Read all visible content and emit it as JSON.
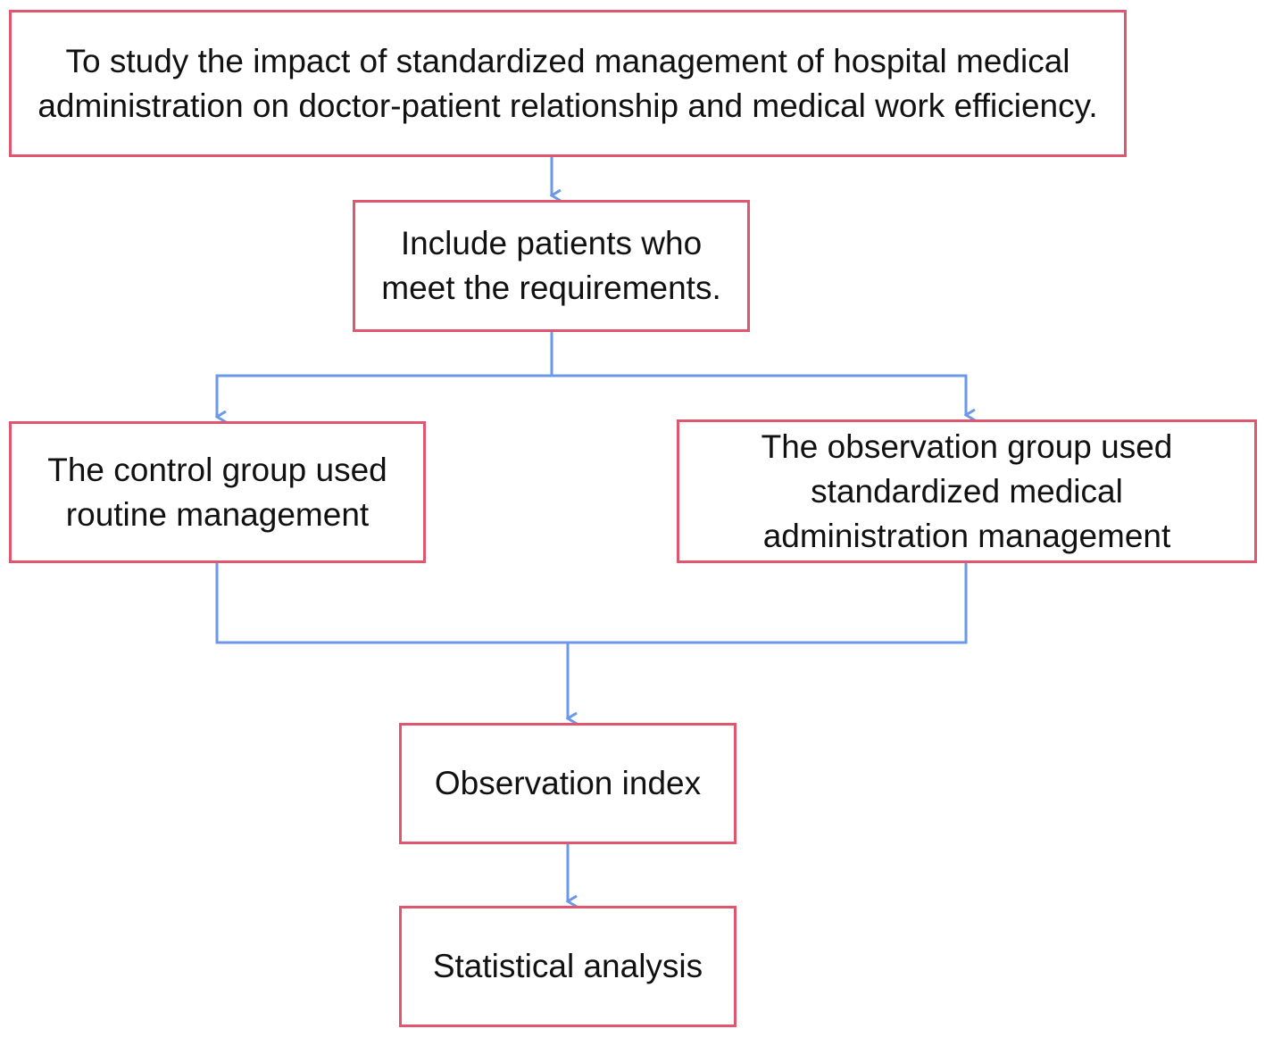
{
  "flowchart": {
    "aim_box": {
      "text": "To study the impact of standardized management of hospital medical administration on doctor-patient relationship and medical work efficiency."
    },
    "inclusion_box": {
      "text": "Include patients who meet the requirements."
    },
    "control_group_box": {
      "text": "The control group used routine management"
    },
    "observation_group_box": {
      "text": "The observation group used standardized medical administration management"
    },
    "observation_index_box": {
      "text": "Observation index"
    },
    "statistical_analysis_box": {
      "text": "Statistical analysis"
    }
  },
  "colors": {
    "box_border": "#e0566f",
    "connector": "#6b98e8",
    "text": "#111111",
    "background": "#ffffff"
  }
}
